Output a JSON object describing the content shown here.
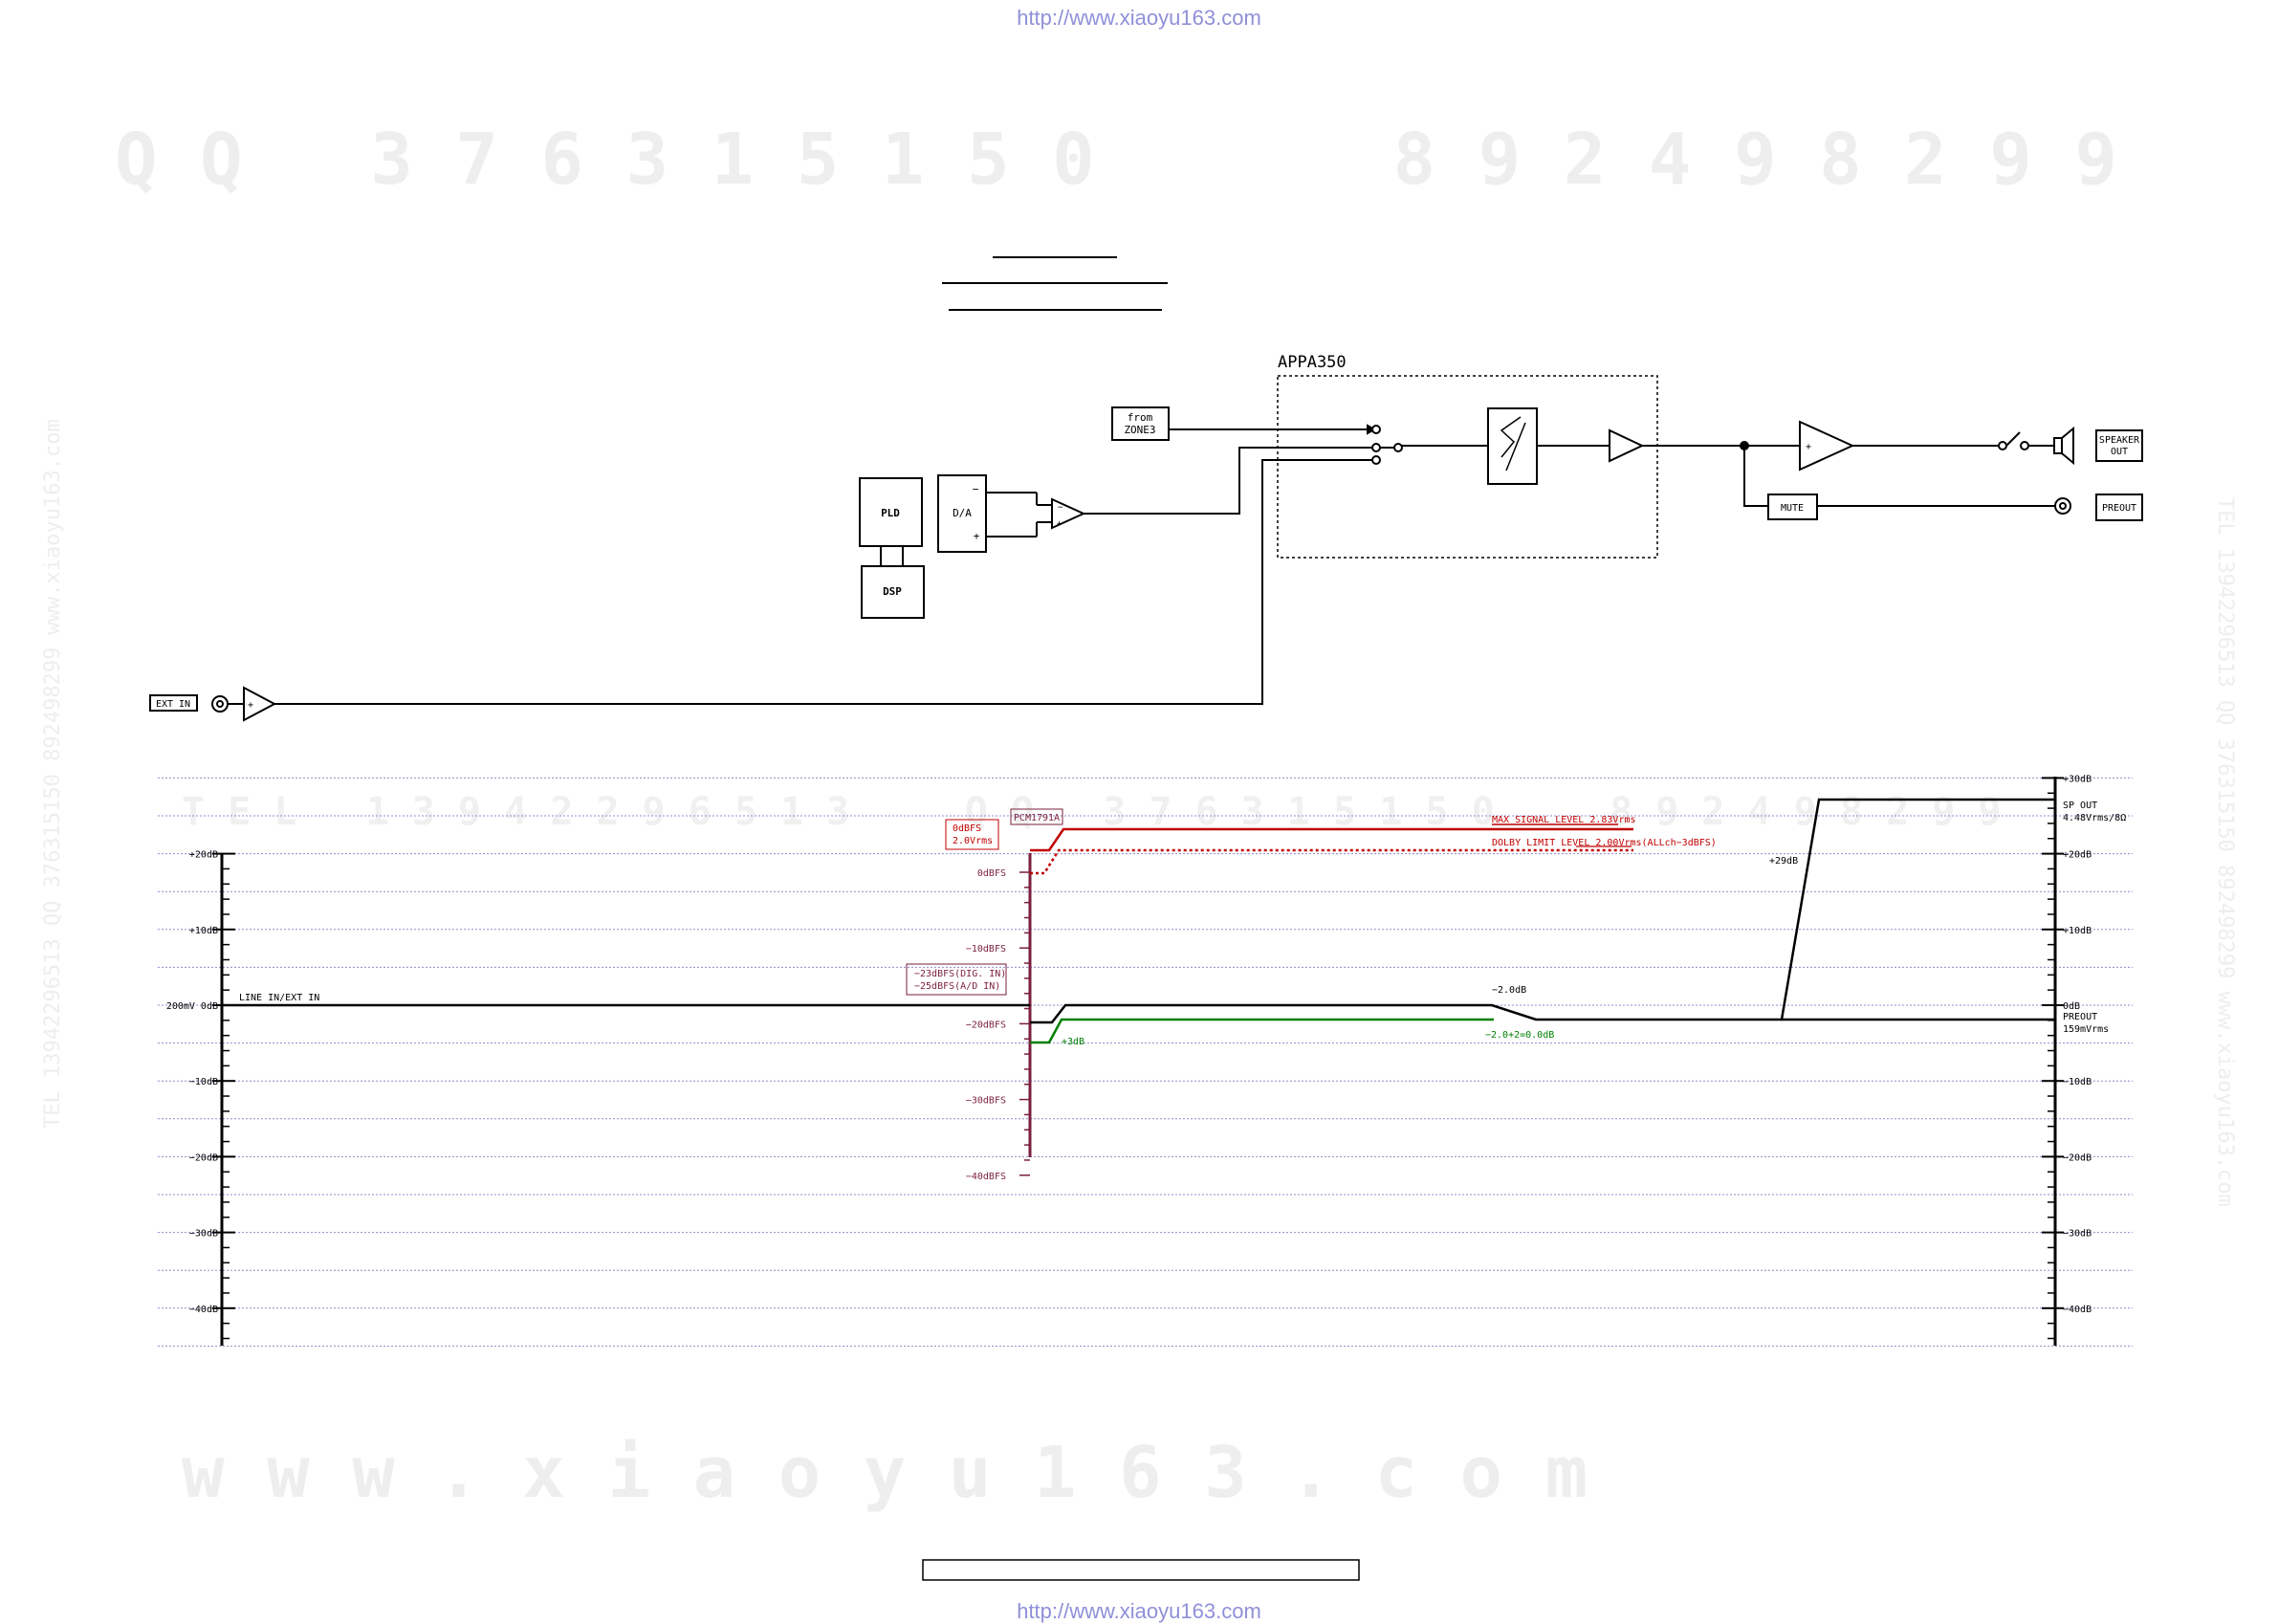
{
  "watermarks": {
    "url": "http://www.xiaoyu163.com",
    "qq": "Q Q   3 7 6 3 1 5 1 5 0       8 9 2 4 9 8 2 9 9",
    "tel": "T E L   1 3 9 4 2 2 9 6 5 1 3     Q Q   3 7 6 3 1 5 1 5 0     8 9 2 4 9 8 2 9 9",
    "www": "w w w . x i a o y u 1 6 3 . c o m",
    "side": "TEL 13942296513   QQ 376315150   892498299   www.xiaoyu163.com"
  },
  "block": {
    "appa_label": "APPA350",
    "from_zone_line1": "from",
    "from_zone_line2": "ZONE3",
    "pld": "PLD",
    "dsp": "DSP",
    "da": "D/A",
    "mute": "MUTE",
    "speaker_line1": "SPEAKER",
    "speaker_line2": "OUT",
    "preout": "PREOUT",
    "ext_in": "EXT IN",
    "plus": "+",
    "minus": "−"
  },
  "level": {
    "left_ticks": [
      "+20dB",
      "+10dB",
      "200mV  0dB",
      "−10dB",
      "−20dB",
      "−30dB",
      "−40dB"
    ],
    "right_ticks": [
      "+30dB",
      "+20dB",
      "+10dB",
      "0dB",
      "−10dB",
      "−20dB",
      "−30dB",
      "−40dB"
    ],
    "dbfs_ticks": [
      "0dBFS",
      "−10dBFS",
      "−20dBFS",
      "−30dBFS",
      "−40dBFS"
    ],
    "line_in": "LINE IN/EXT IN",
    "pcm": "PCM1791A",
    "odbfs_line1": "0dBFS",
    "odbfs_line2": "2.0Vrms",
    "dig_line1": "−23dBFS(DIG. IN)",
    "dig_line2": "−25dBFS(A/D IN)",
    "max_signal": "MAX SIGNAL LEVEL 2.83Vrms",
    "dolby_limit": "DOLBY LIMIT LEVEL 2.00Vrms(ALLch−3dBFS)",
    "plus3db": "+3dB",
    "minus2db": "−2.0dB",
    "green_note": "−2.0+2=0.0dB",
    "plus29": "+29dB",
    "sp_out_line1": "SP OUT",
    "sp_out_line2": "4.48Vrms/8Ω",
    "preout_line1": "PREOUT",
    "preout_line2": "159mVrms"
  },
  "colors": {
    "line": "#000000",
    "red": "#c00000",
    "green": "#008000",
    "dbfs_scale": "#7a1f3d",
    "grid": "#8c8ccc",
    "watermark": "#eeeeee"
  }
}
